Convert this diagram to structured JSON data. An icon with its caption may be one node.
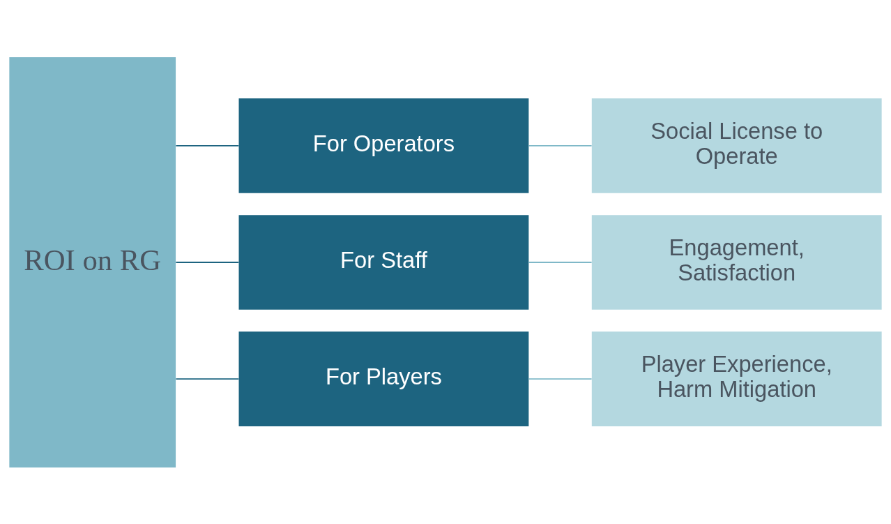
{
  "diagram": {
    "nodes": [
      {
        "text": [
          "ROI on RG"
        ]
      },
      {
        "text": [
          "For Operators"
        ]
      },
      {
        "text": [
          "For Staff"
        ]
      },
      {
        "text": [
          "For Players"
        ]
      },
      {
        "text": [
          "Social License to Operate"
        ]
      },
      {
        "text": [
          "Engagement, Satisfaction"
        ]
      },
      {
        "text": [
          "Player Experience, Harm Mitigation"
        ]
      }
    ],
    "edges": [
      {
        "from": 0,
        "to": 1,
        "arrow": "none"
      },
      {
        "from": 0,
        "to": 2,
        "arrow": "none"
      },
      {
        "from": 0,
        "to": 3,
        "arrow": "none"
      },
      {
        "from": 1,
        "to": 4,
        "arrow": "none",
        "color": "#7fb8c8"
      },
      {
        "from": 2,
        "to": 5,
        "arrow": "none",
        "color": "#7fb8c8"
      },
      {
        "from": 3,
        "to": 6,
        "arrow": "none",
        "color": "#7fb8c8"
      }
    ]
  }
}
